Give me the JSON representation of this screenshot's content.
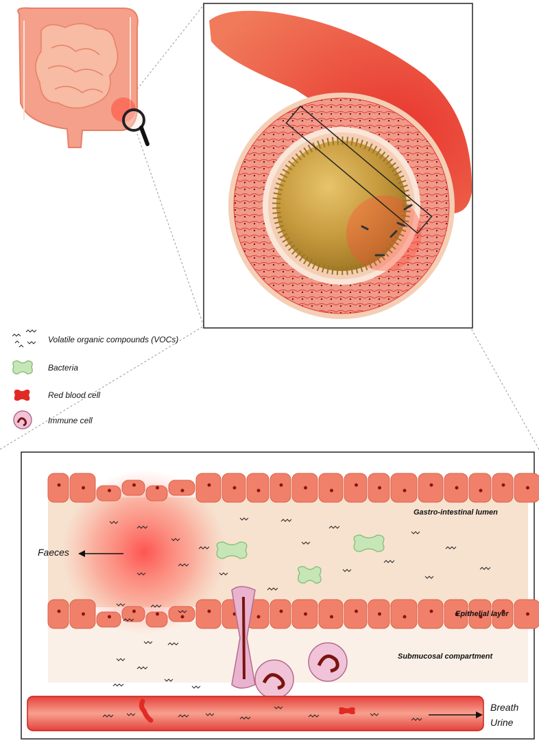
{
  "legend": {
    "vocs": "Volatile organic compounds (VOCs)",
    "bacteria": "Bacteria",
    "red_blood_cell": "Red blood cell",
    "immune_cell": "Immune cell"
  },
  "labels": {
    "lumen": "Gastro-intestinal lumen",
    "epithelial": "Epithelial layer",
    "submucosal": "Submucosal compartment",
    "faeces": "Faeces",
    "breath": "Breath",
    "urine": "Urine"
  },
  "colors": {
    "tissue": "#f1806a",
    "lumen": "#f6e0cd",
    "blood": "#e0302c",
    "bacteria": "#a9d99a",
    "immune": "#e9b3cf",
    "inflammation": "#ff5050"
  }
}
